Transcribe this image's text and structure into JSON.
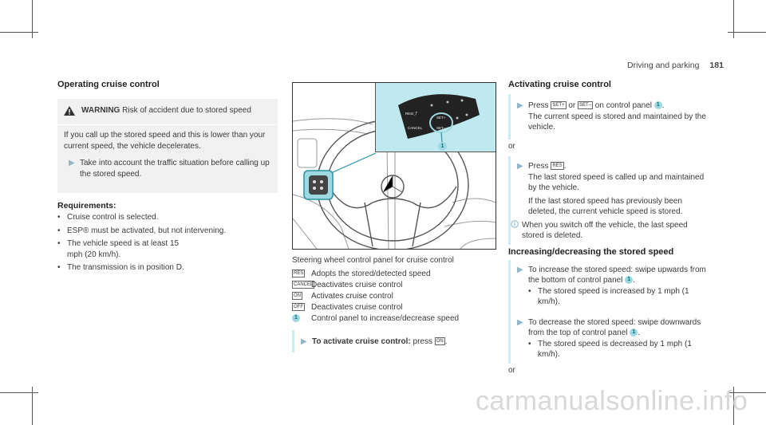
{
  "header": {
    "section": "Driving and parking",
    "page": "181"
  },
  "col1": {
    "title": "Operating cruise control",
    "warning": {
      "label": "WARNING",
      "title_rest": " Risk of accident due to stored speed",
      "body": "If you call up the stored speed and this is lower than your current speed, the vehicle decelerates.",
      "step": "Take into account the traffic situation before calling up the stored speed."
    },
    "req_title": "Requirements:",
    "requirements": [
      "Cruise control is selected.",
      "ESP® must be activated, but not intervening.",
      "The vehicle speed is at least 15 mph (20 km/h).",
      "The transmission is in position D."
    ]
  },
  "col2": {
    "figure": {
      "callout": "1",
      "btn_resume": "RES/⤴",
      "btn_cancel": "CANCEL",
      "btn_set_plus": "SET+",
      "btn_set_minus": "SET–"
    },
    "caption": "Steering wheel control panel for cruise control",
    "legend": [
      {
        "key": "RES",
        "text": "Adopts the stored/detected speed"
      },
      {
        "key": "CANCEL",
        "text": "Deactivates cruise control"
      },
      {
        "key": "ON",
        "text": "Activates cruise control"
      },
      {
        "key": "OFF",
        "text": "Deactivates cruise control"
      },
      {
        "key": "1",
        "text": "Control panel to increase/decrease speed"
      }
    ],
    "activate_bold": "To activate cruise control:",
    "activate_rest": " press",
    "activate_key": "ON"
  },
  "col3": {
    "title": "Activating cruise control",
    "step1_a": "Press",
    "step1_key1": "SET+",
    "step1_or": "or",
    "step1_key2": "SET–",
    "step1_b": "on control panel",
    "step1_num": "1",
    "step1_c": "The current speed is stored and maintained by the vehicle.",
    "or1": "or",
    "step2_a": "Press",
    "step2_key": "RES",
    "step2_b": "The last stored speed is called up and maintained by the vehicle.",
    "step2_c": "If the last stored speed has previously been deleted, the current vehicle speed is stored.",
    "info": "When you switch off the vehicle, the last speed stored is deleted.",
    "title2": "Increasing/decreasing the stored speed",
    "step3_a": "To increase the stored speed: swipe upwards from the bottom of control panel",
    "step3_num": "1",
    "step3_bullet": "The stored speed is increased by 1 mph (1 km/h).",
    "step4_a": "To decrease the stored speed: swipe downwards from the top of control panel",
    "step4_num": "1",
    "step4_bullet": "The stored speed is decreased by 1 mph (1 km/h).",
    "or2": "or"
  },
  "footer": {
    "watermark": "carmanualsonline.info"
  },
  "colors": {
    "accent": "#9ed8e0",
    "rail": "#c9eef2",
    "warn_bg": "#f1f1f1",
    "figure_bg": "#bfe9ee"
  }
}
